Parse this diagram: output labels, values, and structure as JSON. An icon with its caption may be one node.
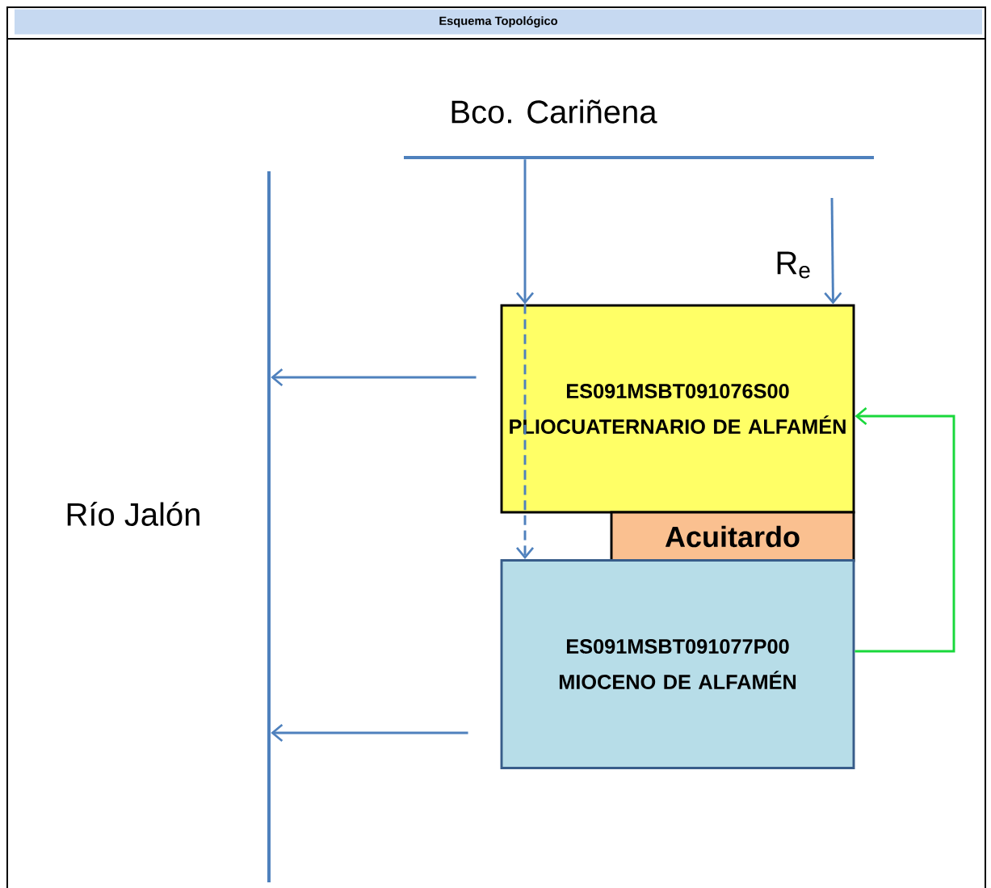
{
  "diagram": {
    "title": "Esquema Topológico",
    "nodes": [
      {
        "text": [],
        "shape": "bar",
        "beside": [
          "Bco. Cariñena"
        ]
      },
      {
        "text": [],
        "shape": "bar",
        "beside": [
          "Río Jalón"
        ]
      },
      {
        "text": [
          "ES091MSBT091076S00",
          "PLIOCUATERNARIO DE ALFAMÉN"
        ]
      },
      {
        "text": [
          "Acuitardo"
        ]
      },
      {
        "text": [
          "ES091MSBT091077P00",
          "MIOCENO DE ALFAMÉN"
        ]
      }
    ],
    "edges": [
      {
        "from": 0,
        "to": 2,
        "arrow": "to"
      },
      {
        "from": null,
        "to": 2,
        "arrow": "to",
        "label": "R$_{e}$"
      },
      {
        "from": 2,
        "to": 1,
        "arrow": "to"
      },
      {
        "from": 2,
        "to": 4,
        "arrow": "to",
        "style": "dashed"
      },
      {
        "from": 4,
        "to": 1,
        "arrow": "to"
      },
      {
        "from": 4,
        "to": 2,
        "arrow": "to",
        "color": "#00b050"
      }
    ]
  }
}
